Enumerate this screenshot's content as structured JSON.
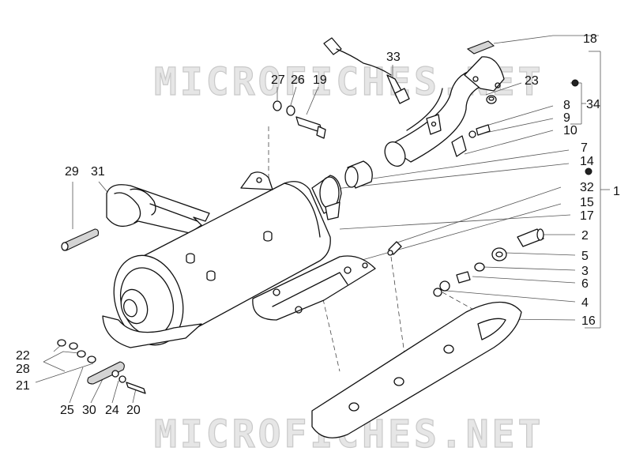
{
  "watermark": {
    "text_top": "MICROFICHES.NET",
    "text_bottom": "MICROFICHES.NET"
  },
  "callouts": {
    "c1": "1",
    "c2": "2",
    "c3": "3",
    "c4": "4",
    "c5": "5",
    "c6": "6",
    "c7": "7",
    "c8": "8",
    "c9": "9",
    "c10": "10",
    "c14": "14",
    "c15": "15",
    "c16": "16",
    "c17": "17",
    "c18": "18",
    "c19": "19",
    "c20": "20",
    "c21": "21",
    "c22": "22",
    "c23": "23",
    "c24": "24",
    "c25": "25",
    "c26": "26",
    "c27": "27",
    "c28": "28",
    "c29": "29",
    "c30": "30",
    "c31": "31",
    "c32": "32",
    "c33": "33",
    "c34": "34"
  },
  "colors": {
    "line": "#111111",
    "shade": "#d4d4d4",
    "watermark": "#e6e6e6"
  }
}
